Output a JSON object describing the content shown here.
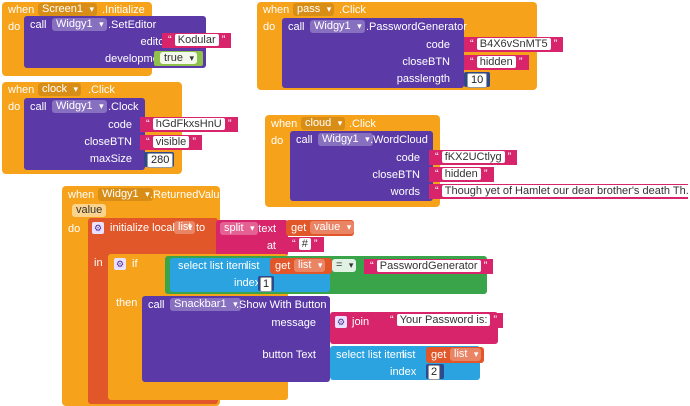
{
  "kw": {
    "when": "when",
    "do": "do",
    "call": "call",
    "in": "in",
    "then": "then",
    "if": "if",
    "to": "to",
    "at": "at",
    "index": "index",
    "text": "text",
    "value": "value",
    "list": "list",
    "join": "join"
  },
  "b1": {
    "component": "Screen1",
    "event": ".Initialize",
    "target": "Widgy1",
    "method": ".SetEditor",
    "p1": "editor",
    "v1": "Kodular",
    "p2": "development",
    "v2": "true"
  },
  "b2": {
    "component": "pass",
    "event": ".Click",
    "target": "Widgy1",
    "method": ".PasswordGenerator",
    "p1": "code",
    "v1": "B4X6vSnMT5",
    "p2": "closeBTN",
    "v2": "hidden",
    "p3": "passlength",
    "v3": "10"
  },
  "b3": {
    "component": "clock",
    "event": ".Click",
    "target": "Widgy1",
    "method": ".Clock",
    "p1": "code",
    "v1": "hGdFkxsHnU",
    "p2": "closeBTN",
    "v2": "visible",
    "p3": "maxSize",
    "v3": "280"
  },
  "b4": {
    "component": "cloud",
    "event": ".Click",
    "target": "Widgy1",
    "method": ".WordCloud",
    "p1": "code",
    "v1": "fKX2UCtlyg",
    "p2": "closeBTN",
    "v2": "hidden",
    "p3": "words",
    "v3": "Though yet of Hamlet our dear brother's death Th..."
  },
  "b5": {
    "component": "Widgy1",
    "event": ".ReturnedValue",
    "param": "value",
    "init_label": "initialize local",
    "local_var": "list",
    "split": "split",
    "get_value": "value",
    "sep": "#",
    "select": "select list item",
    "get_list": "list",
    "eq": "=",
    "compare": "PasswordGenerator",
    "index1": "1",
    "snackbar": "Snackbar1",
    "snack_method": ".Show With Button",
    "message": "message",
    "msg_text": "Your Password is:",
    "button_text": "button Text",
    "index2": "2"
  }
}
